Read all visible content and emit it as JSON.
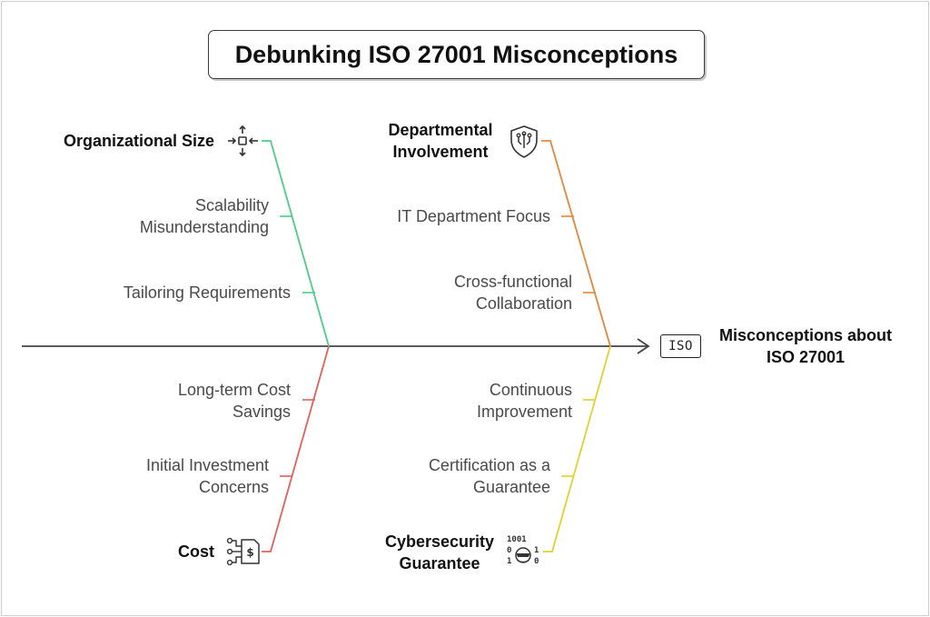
{
  "title": "Debunking ISO 27001 Misconceptions",
  "effect": {
    "badge": "ISO",
    "label_line1": "Misconceptions about",
    "label_line2": "ISO 27001"
  },
  "categories": {
    "organizational_size": {
      "label": "Organizational Size",
      "color": "#4dcc8a",
      "icon": "resize-icon",
      "causes": [
        {
          "line1": "Scalability",
          "line2": "Misunderstanding"
        },
        {
          "line1": "Tailoring Requirements",
          "line2": ""
        }
      ]
    },
    "departmental_involvement": {
      "label_line1": "Departmental",
      "label_line2": "Involvement",
      "color": "#e0893a",
      "icon": "shield-circuit-icon",
      "causes": [
        {
          "line1": "IT Department Focus",
          "line2": ""
        },
        {
          "line1": "Cross-functional",
          "line2": "Collaboration"
        }
      ]
    },
    "cost": {
      "label": "Cost",
      "color": "#e0605a",
      "icon": "money-circuit-icon",
      "causes": [
        {
          "line1": "Long-term Cost",
          "line2": "Savings"
        },
        {
          "line1": "Initial Investment",
          "line2": "Concerns"
        }
      ]
    },
    "cybersecurity_guarantee": {
      "label_line1": "Cybersecurity",
      "label_line2": "Guarantee",
      "color": "#e3cf2f",
      "icon": "binary-hacker-icon",
      "binary_glyphs": "1001 0 1 1 0",
      "causes": [
        {
          "line1": "Continuous",
          "line2": "Improvement"
        },
        {
          "line1": "Certification as a",
          "line2": "Guarantee"
        }
      ]
    }
  },
  "colors": {
    "spine": "#444444",
    "text": "#4a4a4a",
    "heading": "#111111"
  }
}
